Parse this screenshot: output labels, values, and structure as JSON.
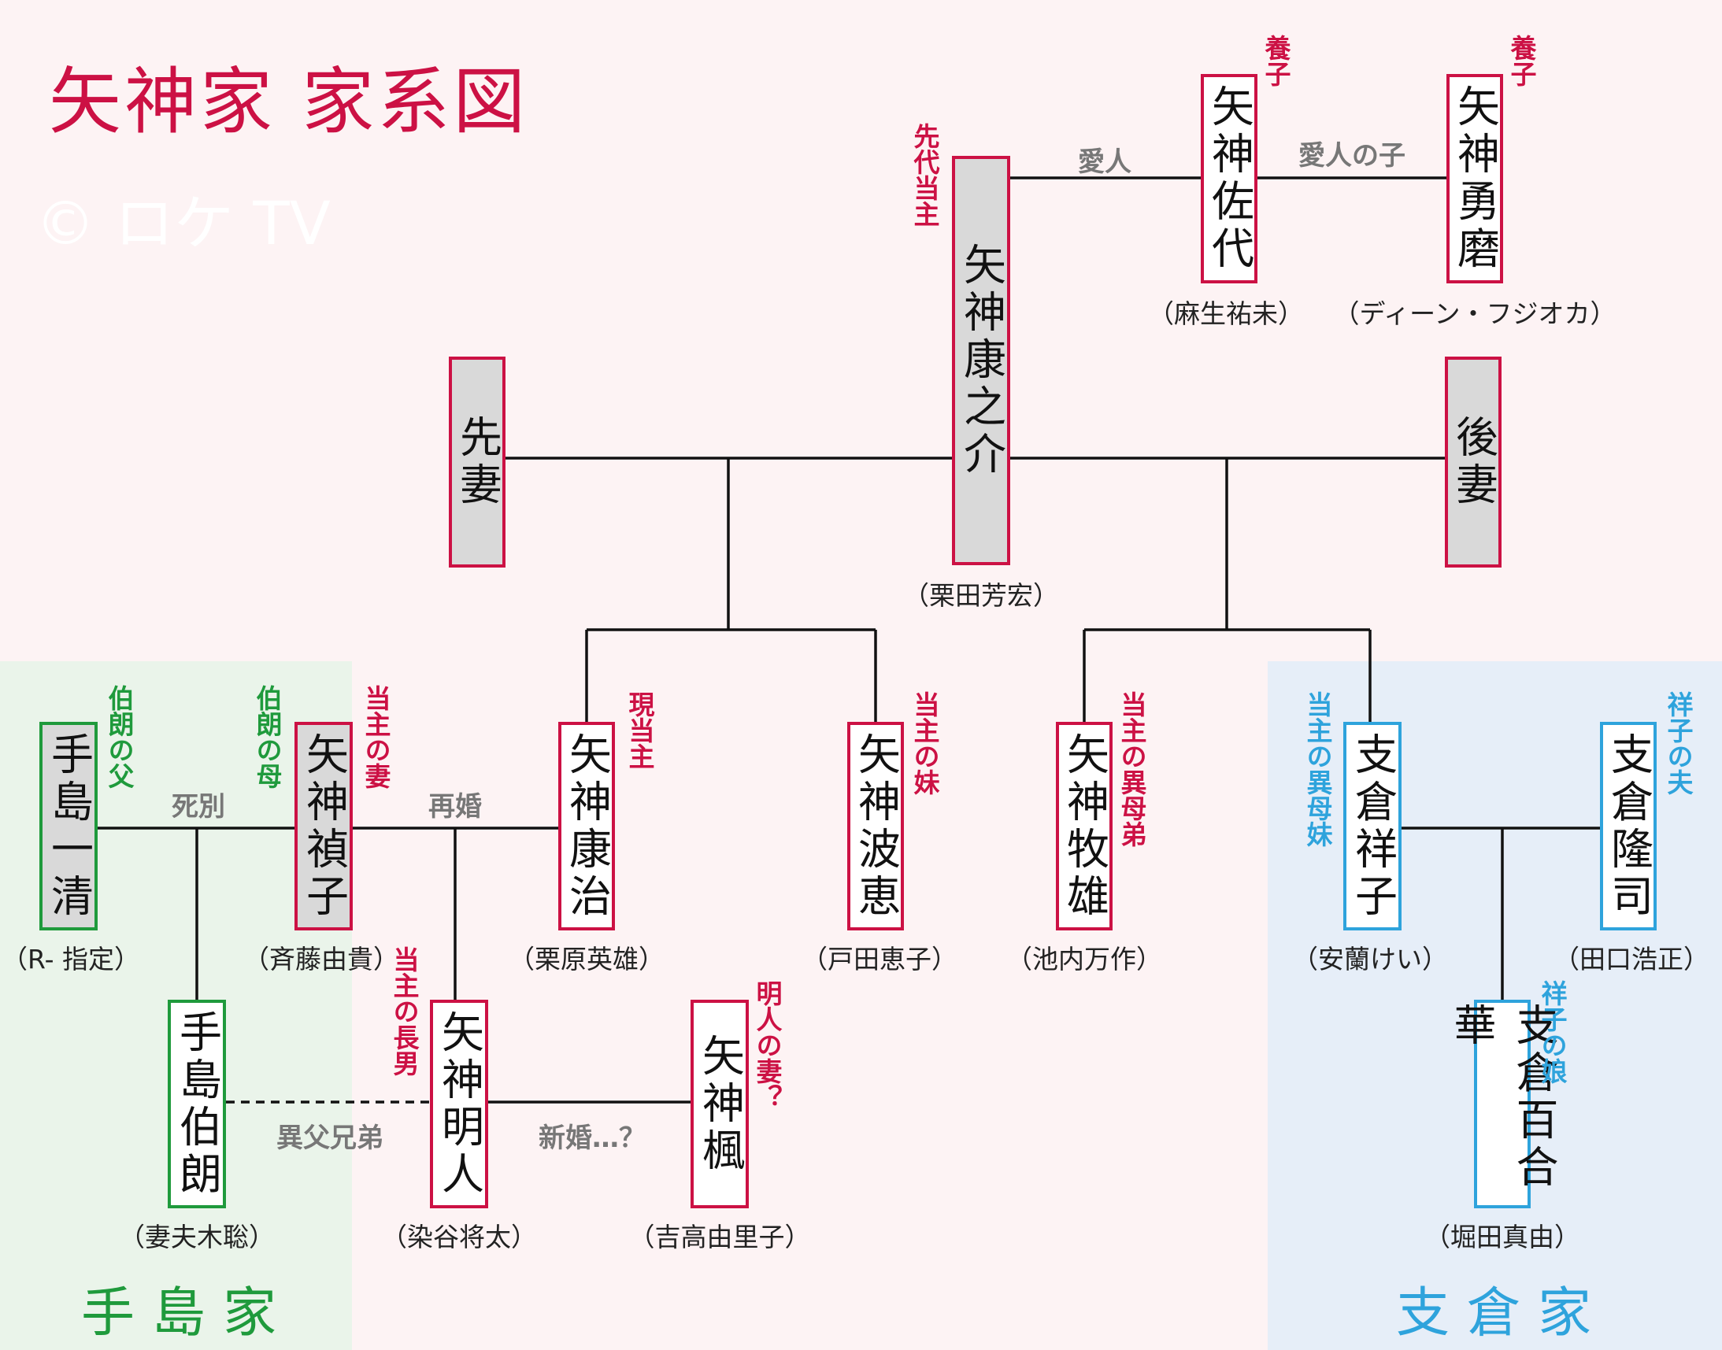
{
  "title": "矢神家 家系図",
  "copyright": "© ロケ TV",
  "families": {
    "teshima": "手島家",
    "shisokura": "支倉家"
  },
  "colors": {
    "yagami": "#cc1144",
    "teshima": "#1f9a3c",
    "shisokura": "#2ea3dc"
  },
  "people": {
    "yasunosuke": {
      "name": "矢神康之介",
      "role": "先代当主",
      "actor": "（栗田芳宏）"
    },
    "saki": {
      "name": "矢神佐代",
      "role": "養子",
      "actor": "（麻生祐未）"
    },
    "yuma": {
      "name": "矢神勇磨",
      "role": "養子",
      "actor": "（ディーン・フジオカ）"
    },
    "first_wife": {
      "name": "先妻"
    },
    "second_wife": {
      "name": "後妻"
    },
    "kazukiyo": {
      "name": "手島一清",
      "role": "伯朗の父",
      "actor": "（R- 指定）"
    },
    "teiko": {
      "name": "矢神禎子",
      "role1": "伯朗の母",
      "role2": "当主の妻",
      "actor": "（斉藤由貴）"
    },
    "yasuharu": {
      "name": "矢神康治",
      "role": "現当主",
      "actor": "（栗原英雄）"
    },
    "namie": {
      "name": "矢神波恵",
      "role": "当主の妹",
      "actor": "（戸田恵子）"
    },
    "makio": {
      "name": "矢神牧雄",
      "role": "当主の異母弟",
      "actor": "（池内万作）"
    },
    "shoko": {
      "name": "支倉祥子",
      "role": "当主の異母妹",
      "actor": "（安蘭けい）"
    },
    "takashi": {
      "name": "支倉隆司",
      "role": "祥子の夫",
      "actor": "（田口浩正）"
    },
    "hakuro": {
      "name": "手島伯朗",
      "actor": "（妻夫木聡）"
    },
    "akito": {
      "name": "矢神明人",
      "role": "当主の長男",
      "actor": "（染谷将太）"
    },
    "kaede": {
      "name": "矢神楓",
      "role": "明人の妻？",
      "actor": "（吉高由里子）"
    },
    "yurika": {
      "name": "支倉百合華",
      "role": "祥子の娘",
      "actor": "（堀田真由）"
    }
  },
  "relations": {
    "lover": "愛人",
    "lovers_child": "愛人の子",
    "death": "死別",
    "remarriage": "再婚",
    "half_brothers": "異父兄弟",
    "newlywed": "新婚…？"
  }
}
